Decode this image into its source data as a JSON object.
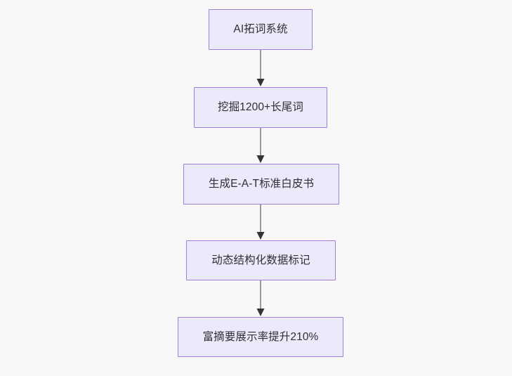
{
  "diagram": {
    "type": "flowchart",
    "orientation": "top-to-bottom",
    "background_color": "#f8f8f9",
    "node_fill_color": "#eaeafb",
    "node_border_color": "#a37ddb",
    "node_text_color": "#2f2f35",
    "edge_line_color": "#8a8a8a",
    "edge_arrow_color": "#333338",
    "nodes": [
      {
        "id": "n1",
        "label": "AI拓词系统"
      },
      {
        "id": "n2",
        "label": "挖掘1200+长尾词"
      },
      {
        "id": "n3",
        "label": "生成E-A-T标准白皮书"
      },
      {
        "id": "n4",
        "label": "动态结构化数据标记"
      },
      {
        "id": "n5",
        "label": "富摘要展示率提升210%"
      }
    ],
    "edges": [
      {
        "from": "n1",
        "to": "n2",
        "label": ""
      },
      {
        "from": "n2",
        "to": "n3",
        "label": ""
      },
      {
        "from": "n3",
        "to": "n4",
        "label": ""
      },
      {
        "from": "n4",
        "to": "n5",
        "label": ""
      }
    ]
  }
}
